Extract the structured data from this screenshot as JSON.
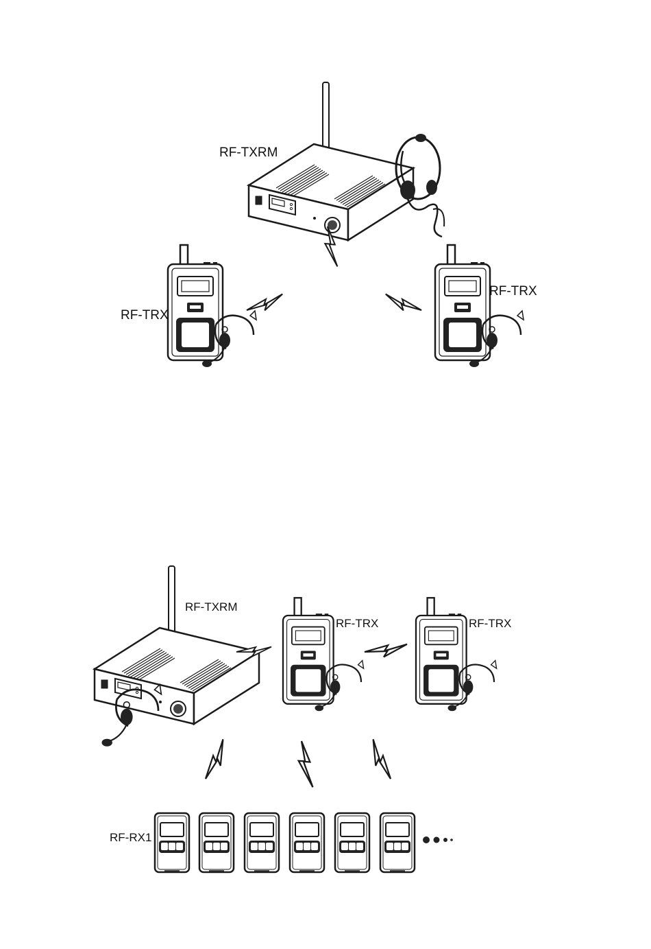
{
  "diagram1": {
    "base_label": "RF-TXRM",
    "left_trx_label": "RF-TRX",
    "right_trx_label": "RF-TRX"
  },
  "diagram2": {
    "base_label": "RF-TXRM",
    "trx1_label": "RF-TRX",
    "trx2_label": "RF-TRX",
    "receiver_label": "RF-RX1",
    "receiver_count_shown": 6
  },
  "colors": {
    "stroke": "#1a1a1a",
    "fill_dark": "#222222",
    "fill_light": "#ffffff",
    "background": "#ffffff"
  },
  "icons": [
    "antenna-icon",
    "headset-icon",
    "lightning-icon",
    "ellipsis-dots-icon"
  ]
}
